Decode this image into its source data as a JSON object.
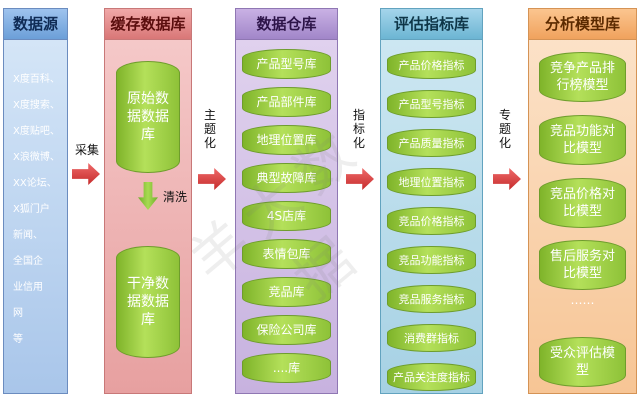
{
  "source": {
    "title": "数据源",
    "items": [
      "X度百科、",
      "X度搜索、",
      "X度贴吧、",
      "X浪微博、",
      "XX论坛、",
      "X狐门户",
      "新闻、",
      "全国企",
      "业信用",
      "网",
      "等"
    ]
  },
  "connector1": "采集",
  "cache": {
    "title": "缓存数据库",
    "raw_db": "原始数据数据库",
    "clean_label": "清洗",
    "clean_db": "干净数据数据库"
  },
  "connector2": "主题化",
  "warehouse": {
    "title": "数据仓库",
    "items": [
      "产品型号库",
      "产品部件库",
      "地理位置库",
      "典型故障库",
      "4S店库",
      "表情包库",
      "竞品库",
      "保险公司库",
      "....库"
    ]
  },
  "connector3": "指标化",
  "indicators": {
    "title": "评估指标库",
    "items": [
      "产品价格指标",
      "产品型号指标",
      "产品质量指标",
      "地理位置指标",
      "竞品价格指标",
      "竞品功能指标",
      "竞品服务指标",
      "消费群指标",
      "产品关注度指标"
    ]
  },
  "connector4": "专题化",
  "models": {
    "title": "分析模型库",
    "items": [
      "竞争产品排行榜模型",
      "竞品功能对比模型",
      "竞品价格对比模型",
      "售后服务对比模型",
      "受众评估模型"
    ],
    "ellipsis": "……"
  },
  "watermark": "羊大数据",
  "colors": {
    "arrow": "#d93a3a",
    "cylinder": "#9fd04a"
  }
}
